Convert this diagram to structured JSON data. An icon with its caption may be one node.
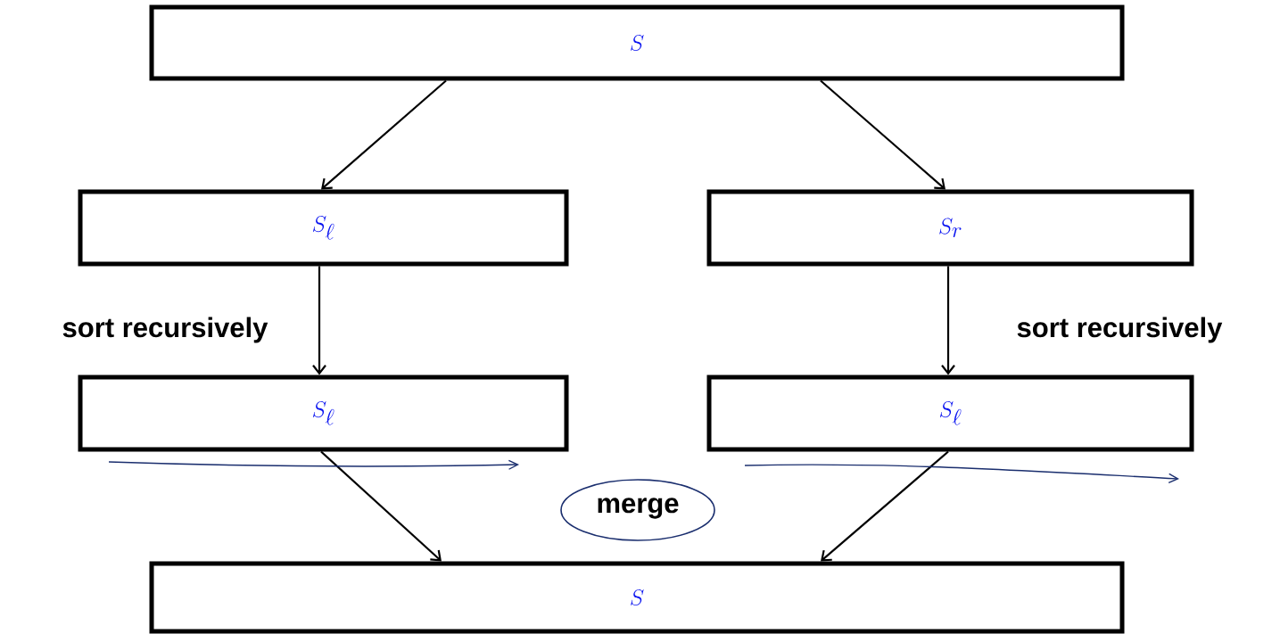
{
  "diagram": {
    "nodes": [
      {
        "text": [
          "S"
        ]
      },
      {
        "text": [
          "S_\\ell"
        ]
      },
      {
        "text": [
          "S_r"
        ]
      },
      {
        "text": [
          "S_\\ell"
        ]
      },
      {
        "text": [
          "S_\\ell"
        ]
      },
      {
        "text": [
          "S"
        ]
      }
    ],
    "edges": [
      {
        "from": 0,
        "to": 1,
        "arrow": "to"
      },
      {
        "from": 0,
        "to": 2,
        "arrow": "to"
      },
      {
        "from": 1,
        "to": 3,
        "arrow": "to",
        "label": "sort recursively"
      },
      {
        "from": 2,
        "to": 4,
        "arrow": "to",
        "label": "sort recursively"
      },
      {
        "from": 3,
        "to": 5,
        "arrow": "to"
      },
      {
        "from": 4,
        "to": 5,
        "arrow": "to"
      }
    ],
    "labels": [
      "merge"
    ]
  }
}
